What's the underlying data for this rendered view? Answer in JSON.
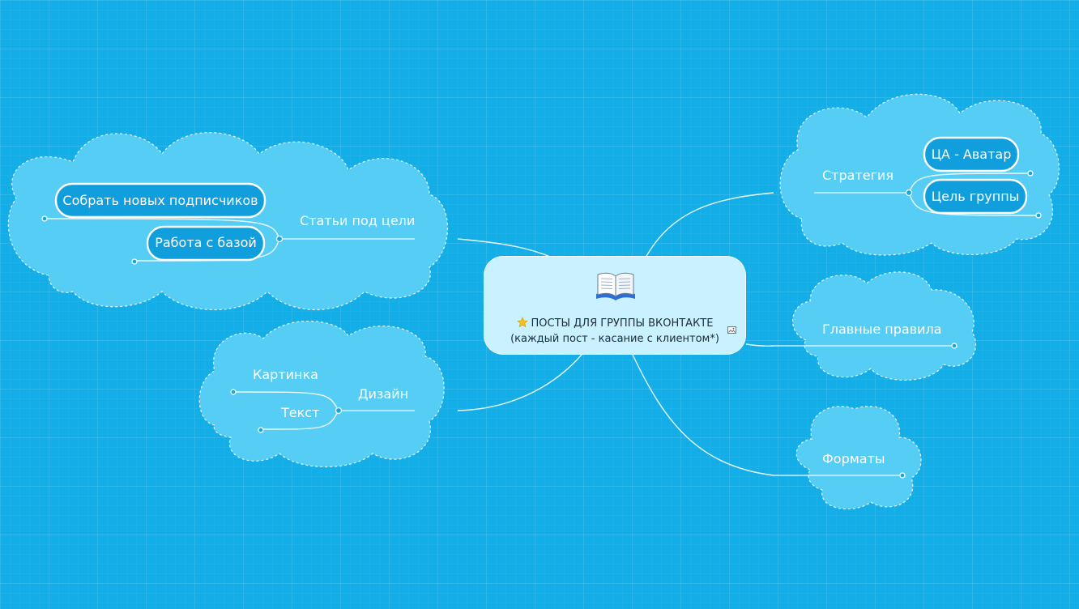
{
  "central": {
    "line1": "ПОСТЫ ДЛЯ ГРУППЫ ВКОНТАКТЕ",
    "line2": "(каждый пост - касание с клиентом*)",
    "icon": "open-book-icon",
    "marker": "star-icon",
    "attachment": "image-note-icon"
  },
  "branches": {
    "articles": {
      "label": "Статьи под цели",
      "children": [
        "Собрать новых подписчиков",
        "Работа с базой"
      ]
    },
    "design": {
      "label": "Дизайн",
      "children": [
        "Картинка",
        "Текст"
      ]
    },
    "strategy": {
      "label": "Стратегия",
      "children": [
        "ЦА - Аватар",
        "Цель группы"
      ]
    },
    "rules": {
      "label": "Главные правила"
    },
    "formats": {
      "label": "Форматы"
    }
  },
  "colors": {
    "background": "#13aee8",
    "cloud": "#55cdf4",
    "pill": "#109fdc",
    "central": "#c9f1ff"
  }
}
